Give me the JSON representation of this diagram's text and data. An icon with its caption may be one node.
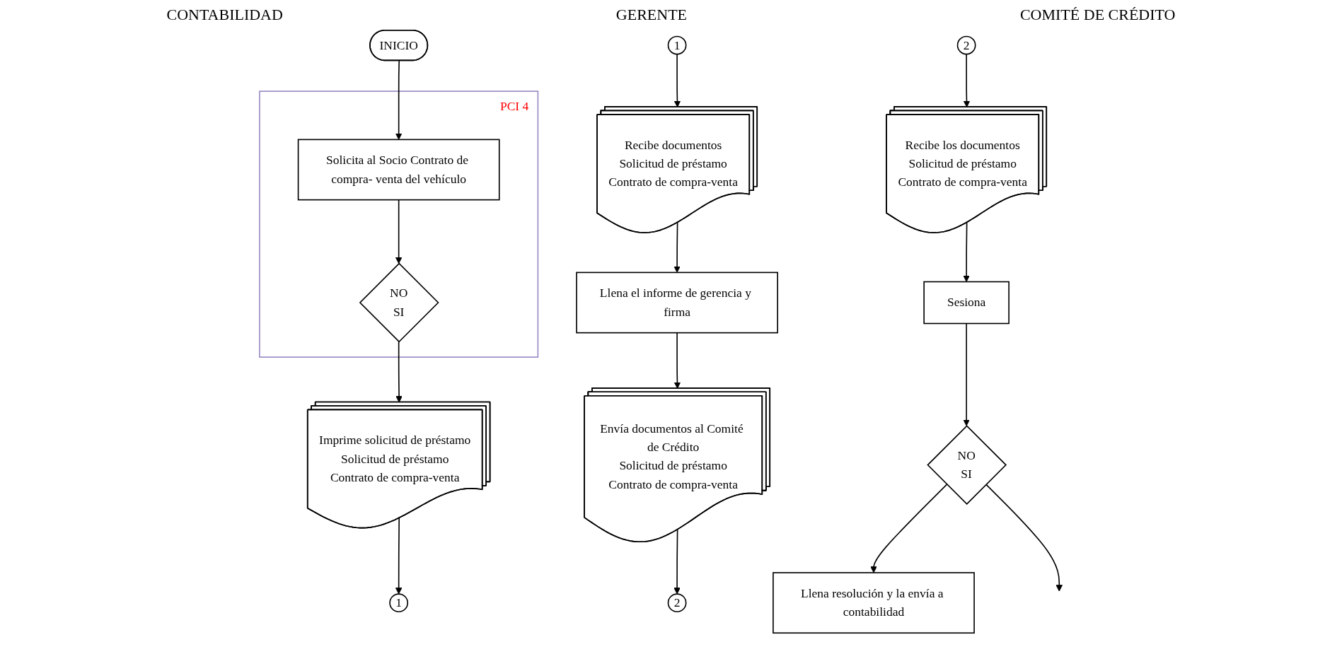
{
  "diagram": {
    "nodes": [
      {
        "text": [
          "INICIO"
        ]
      },
      {
        "text": [
          "PCI 4"
        ]
      },
      {
        "text": [
          "Solicita al Socio Contrato de compra- venta del vehículo"
        ],
        "in": 1
      },
      {
        "text": [
          "NO",
          "SI"
        ],
        "in": 1
      },
      {
        "text": [
          "Imprime solicitud de préstamo",
          "Solicitud de préstamo",
          "Contrato de compra-venta"
        ]
      },
      {
        "text": [
          "1"
        ]
      },
      {
        "text": [
          "1"
        ]
      },
      {
        "text": [
          "Recibe documentos",
          "Solicitud de préstamo",
          "Contrato de compra-venta"
        ]
      },
      {
        "text": [
          "Llena el informe de gerencia y firma"
        ]
      },
      {
        "text": [
          "Envía documentos al Comité de Crédito",
          "Solicitud de préstamo",
          "Contrato de compra-venta"
        ]
      },
      {
        "text": [
          "2"
        ]
      },
      {
        "text": [
          "2"
        ]
      },
      {
        "text": [
          "Recibe los documentos",
          "Solicitud de préstamo",
          "Contrato de compra-venta"
        ]
      },
      {
        "text": [
          "Sesiona"
        ]
      },
      {
        "text": [
          "NO",
          "SI"
        ]
      },
      {
        "text": [
          "Llena resolución y la envía a contabilidad"
        ]
      }
    ],
    "edges": [
      {
        "from": 0,
        "to": 2,
        "arrow": "to"
      },
      {
        "from": 2,
        "to": 3,
        "arrow": "to"
      },
      {
        "from": 3,
        "to": 4,
        "arrow": "to"
      },
      {
        "from": 4,
        "to": 5,
        "arrow": "to"
      },
      {
        "from": 6,
        "to": 7,
        "arrow": "to"
      },
      {
        "from": 7,
        "to": 8,
        "arrow": "to"
      },
      {
        "from": 8,
        "to": 9,
        "arrow": "to"
      },
      {
        "from": 9,
        "to": 10,
        "arrow": "to"
      },
      {
        "from": 11,
        "to": 12,
        "arrow": "to"
      },
      {
        "from": 12,
        "to": 13,
        "arrow": "to"
      },
      {
        "from": 13,
        "to": 14,
        "arrow": "to"
      },
      {
        "from": 14,
        "to": 15,
        "arrow": "to"
      },
      {
        "from": 14,
        "to": null,
        "arrow": "to"
      }
    ],
    "labels": [
      "CONTABILIDAD",
      "GERENTE",
      "COMITÉ DE CRÉDITO"
    ]
  }
}
